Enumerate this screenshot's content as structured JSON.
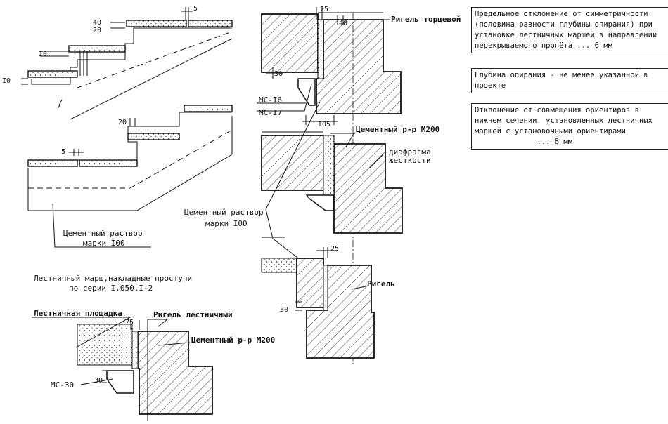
{
  "dims": {
    "d5_top": "5",
    "d40": "40",
    "d20_top": "20",
    "d10_a": "I0",
    "d10_b": "I0",
    "d20_mid": "20",
    "d5_mid": "5",
    "d25_top": "25",
    "d40_r": "40",
    "d30_r": "30",
    "d105": "I05",
    "d25_bot": "25",
    "d30_bot": "30",
    "d75": "75",
    "d30_left": "30"
  },
  "labels": {
    "rigel_tortsevoi": "Ригель торцевой",
    "ms16": "МС-I6",
    "ms17": "МС-I7",
    "cement_m200_right": "Цементный р-р М200",
    "diafragma_1": "диафрагма",
    "diafragma_2": "жесткости",
    "cement_mortar_1": "Цементный раствор",
    "cement_mortar_2": "марки I00",
    "cement_mortar_left_1": "Цементный раствор",
    "cement_mortar_left_2": "марки I00",
    "rigel": "Ригель",
    "caption_1": "Лестничный марш,накладные проступи",
    "caption_2": "по серии I.050.I-2",
    "landing": "Лестничная площадка",
    "rigel_stair": "Ригель лестничный",
    "cement_m200_bottom": "Цементный р-р М200",
    "ms30": "МС-30"
  },
  "notes": {
    "note1": "Предельное отклонение от симметричности\n(половина разности глубины опирания) при\nустановке лестничных маршей в направлении\nперекрываемого пролёта ... 6 мм",
    "note2": "Глубина опирания - не менее указанной в\nпроекте",
    "note3": "Отклонение от совмещения ориентиров в\nнижнем сечении  установленных лестничных\nмаршей с установочными ориентирами\n              ... 8 мм"
  }
}
